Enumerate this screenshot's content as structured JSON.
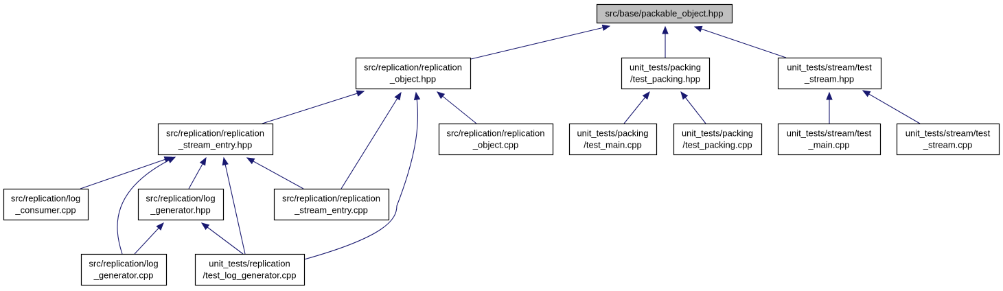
{
  "diagram": {
    "nodes": [
      {
        "id": "n0",
        "lines": [
          "src/base/packable_object.hpp"
        ],
        "highlighted": true
      },
      {
        "id": "n1",
        "lines": [
          "src/replication/replication",
          "_object.hpp"
        ]
      },
      {
        "id": "n2",
        "lines": [
          "unit_tests/packing",
          "/test_packing.hpp"
        ]
      },
      {
        "id": "n3",
        "lines": [
          "unit_tests/stream/test",
          "_stream.hpp"
        ]
      },
      {
        "id": "n4",
        "lines": [
          "src/replication/replication",
          "_stream_entry.hpp"
        ]
      },
      {
        "id": "n5",
        "lines": [
          "src/replication/replication",
          "_object.cpp"
        ]
      },
      {
        "id": "n6",
        "lines": [
          "unit_tests/packing",
          "/test_main.cpp"
        ]
      },
      {
        "id": "n7",
        "lines": [
          "unit_tests/packing",
          "/test_packing.cpp"
        ]
      },
      {
        "id": "n8",
        "lines": [
          "unit_tests/stream/test",
          "_main.cpp"
        ]
      },
      {
        "id": "n9",
        "lines": [
          "unit_tests/stream/test",
          "_stream.cpp"
        ]
      },
      {
        "id": "n10",
        "lines": [
          "src/replication/log",
          "_consumer.cpp"
        ]
      },
      {
        "id": "n11",
        "lines": [
          "src/replication/log",
          "_generator.hpp"
        ]
      },
      {
        "id": "n12",
        "lines": [
          "src/replication/replication",
          "_stream_entry.cpp"
        ]
      },
      {
        "id": "n13",
        "lines": [
          "src/replication/log",
          "_generator.cpp"
        ]
      },
      {
        "id": "n14",
        "lines": [
          "unit_tests/replication",
          "/test_log_generator.cpp"
        ]
      }
    ],
    "edges": [
      {
        "from": "n1",
        "to": "n0"
      },
      {
        "from": "n2",
        "to": "n0"
      },
      {
        "from": "n3",
        "to": "n0"
      },
      {
        "from": "n4",
        "to": "n1"
      },
      {
        "from": "n12",
        "to": "n1"
      },
      {
        "from": "n14",
        "to": "n1"
      },
      {
        "from": "n5",
        "to": "n1"
      },
      {
        "from": "n6",
        "to": "n2"
      },
      {
        "from": "n7",
        "to": "n2"
      },
      {
        "from": "n8",
        "to": "n3"
      },
      {
        "from": "n9",
        "to": "n3"
      },
      {
        "from": "n10",
        "to": "n4"
      },
      {
        "from": "n13",
        "to": "n4"
      },
      {
        "from": "n11",
        "to": "n4"
      },
      {
        "from": "n14",
        "to": "n4"
      },
      {
        "from": "n12",
        "to": "n4"
      },
      {
        "from": "n13",
        "to": "n11"
      },
      {
        "from": "n14",
        "to": "n11"
      }
    ],
    "colors": {
      "edge": "#191970",
      "node_border": "#000000",
      "node_fill": "#ffffff",
      "highlight_fill": "#bfbfbf"
    }
  }
}
